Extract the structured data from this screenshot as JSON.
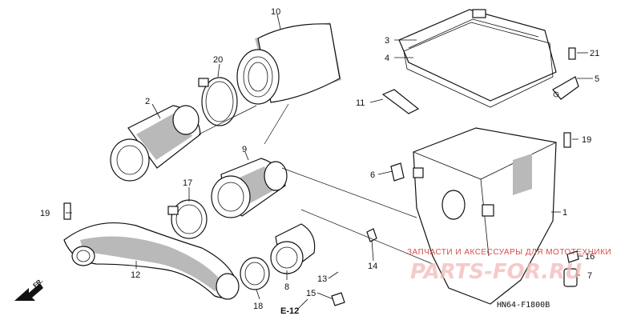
{
  "callouts": {
    "c1": "1",
    "c2": "2",
    "c3": "3",
    "c4": "4",
    "c5": "5",
    "c6": "6",
    "c7": "7",
    "c8": "8",
    "c9": "9",
    "c10": "10",
    "c11": "11",
    "c12": "12",
    "c13": "13",
    "c14": "14",
    "c15": "15",
    "c16": "16",
    "c17": "17",
    "c18": "18",
    "c19a": "19",
    "c19b": "19",
    "c20": "20",
    "c21": "21"
  },
  "front_marker": "FR.",
  "section_ref": "E-12",
  "diagram_code": "HN64-F1800B",
  "watermark": {
    "line1": "ЗАПЧАСТИ И АКСЕССУАРЫ ДЛЯ МОТОТЕХНИКИ",
    "line2": "PARTS-FOR.RU"
  },
  "colors": {
    "ink": "#111111",
    "shade": "#b9b9b9",
    "watermark": "#d94a4a"
  }
}
